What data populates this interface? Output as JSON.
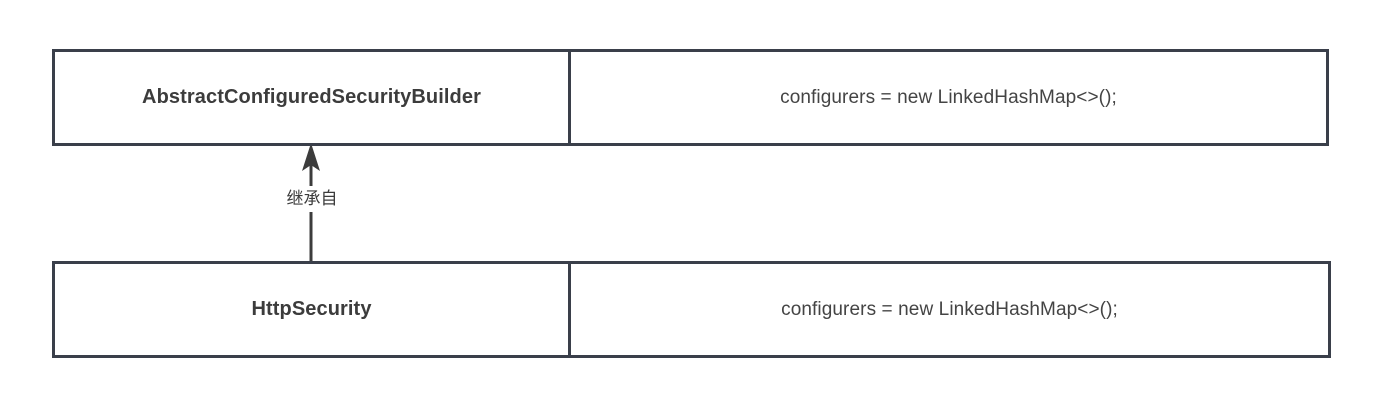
{
  "diagram": {
    "type": "uml-class-diagram",
    "background_color": "#ffffff",
    "border_color": "#3a3f4a",
    "text_color": "#3c3c3c",
    "classes": [
      {
        "name": "AbstractConfiguredSecurityBuilder",
        "members": "configurers = new LinkedHashMap<>();"
      },
      {
        "name": "HttpSecurity",
        "members": "configurers = new LinkedHashMap<>();"
      }
    ],
    "relationship": {
      "label": "继承自",
      "kind": "generalization",
      "arrow_direction": "up",
      "from": "HttpSecurity",
      "to": "AbstractConfiguredSecurityBuilder"
    }
  }
}
